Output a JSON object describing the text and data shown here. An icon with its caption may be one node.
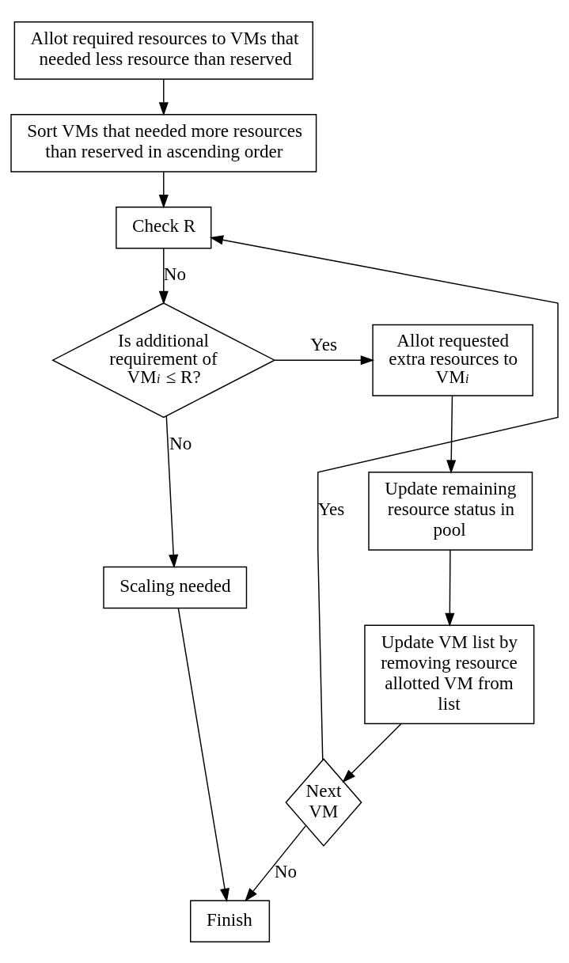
{
  "diagram": {
    "nodes": [
      {
        "text": [
          "Allot required resources to VMs that needed less resource than reserved"
        ]
      },
      {
        "text": [
          "Sort VMs that needed more resources than reserved in ascending order"
        ]
      },
      {
        "text": [
          "Check R"
        ]
      },
      {
        "text": [
          "Is additional requirement of VM$_{i}$ ≤ R?"
        ]
      },
      {
        "text": [
          "Allot requested extra resources to VM$_{i}$"
        ]
      },
      {
        "text": [
          "Update remaining resource status in pool"
        ]
      },
      {
        "text": [
          "Update VM list by removing resource allotted VM from list"
        ]
      },
      {
        "text": [
          "Next VM"
        ]
      },
      {
        "text": [
          "Scaling needed"
        ]
      },
      {
        "text": [
          "Finish"
        ]
      }
    ],
    "edges": [
      {
        "from": 0,
        "to": 1,
        "arrow": "to"
      },
      {
        "from": 1,
        "to": 2,
        "arrow": "to"
      },
      {
        "from": 2,
        "to": 3,
        "arrow": "to",
        "label": "No"
      },
      {
        "from": 3,
        "to": 4,
        "arrow": "to",
        "label": "Yes"
      },
      {
        "from": 3,
        "to": 8,
        "arrow": "to",
        "label": "No"
      },
      {
        "from": 4,
        "to": 5,
        "arrow": "to"
      },
      {
        "from": 5,
        "to": 6,
        "arrow": "to"
      },
      {
        "from": 6,
        "to": 7,
        "arrow": "to"
      },
      {
        "from": 7,
        "to": 2,
        "arrow": "to",
        "label": "Yes"
      },
      {
        "from": 7,
        "to": 9,
        "arrow": "to",
        "label": "No"
      },
      {
        "from": 8,
        "to": 9,
        "arrow": "to"
      }
    ]
  }
}
